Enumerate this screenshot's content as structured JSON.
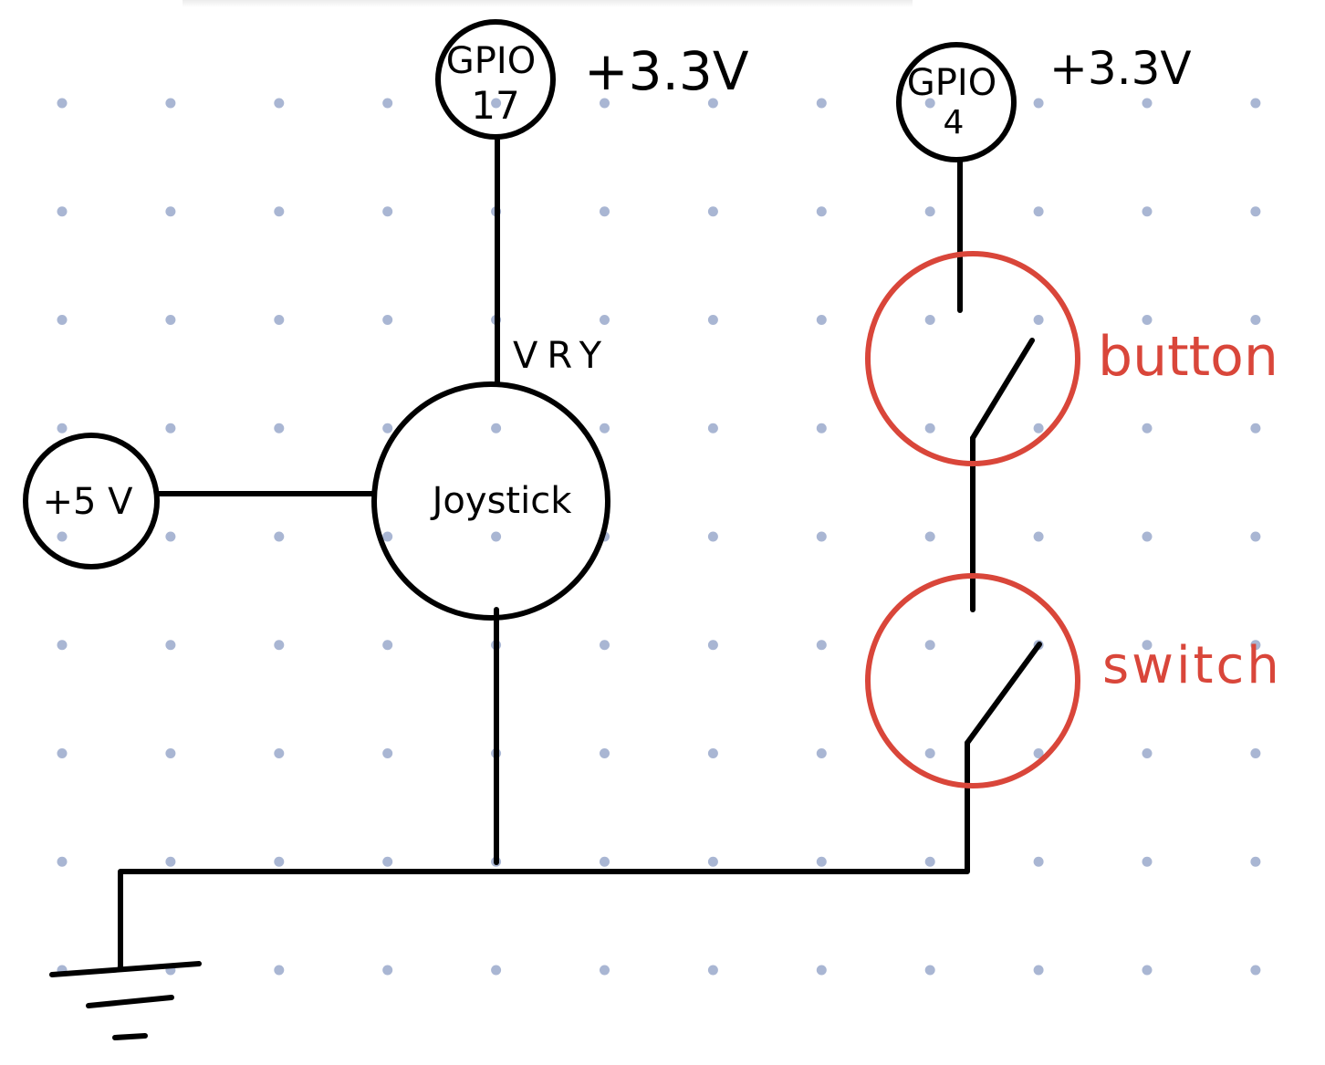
{
  "diagram": {
    "nodes": {
      "gpio17": {
        "line1": "GPIO",
        "line2": "17",
        "supply": "+3.3V"
      },
      "gpio4": {
        "line1": "GPIO",
        "line2": "4",
        "supply": "+3.3V"
      },
      "plus5v": {
        "label": "+5 V"
      },
      "joystick": {
        "label": "Joystick",
        "pin_label": "VRY"
      },
      "button": {
        "label": "button"
      },
      "switch": {
        "label": "switch"
      }
    }
  },
  "colors": {
    "ink": "#000000",
    "component_red": "#d9463a",
    "grid_dot": "#a9b6d3",
    "background": "#ffffff"
  }
}
